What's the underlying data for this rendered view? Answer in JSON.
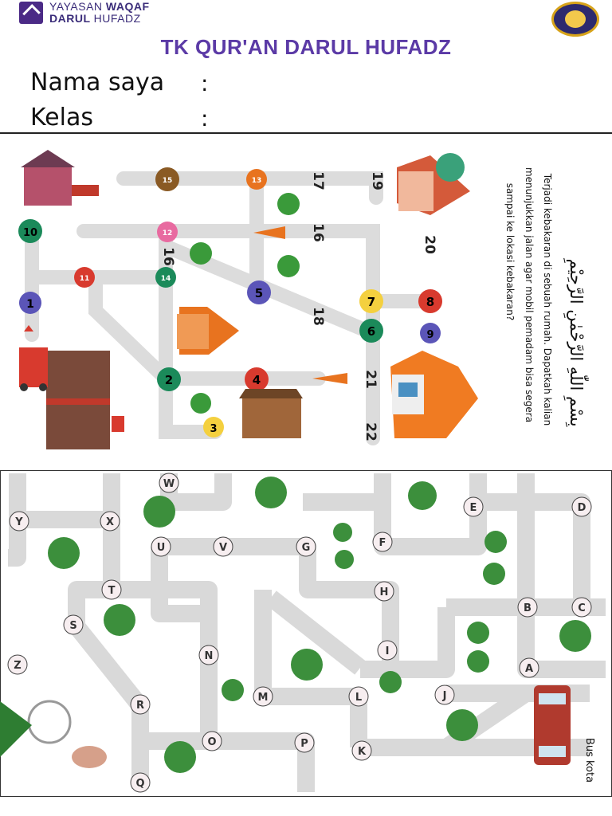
{
  "header": {
    "org_line1_regular": "YAYASAN ",
    "org_line1_bold": "WAQAF",
    "org_line2_bold": "DARUL ",
    "org_line2_regular": "HUFADZ",
    "title": "TK QUR'AN DARUL HUFADZ",
    "name_label": "Nama saya",
    "class_label": "Kelas",
    "colon": ":"
  },
  "maze1": {
    "basmalah": "بِسْمِ اللّٰهِ الرَّحْمٰنِ الرَّحِيْمِ",
    "instruction_line1": "Terjadi kebakaran di sebuah rumah. Dapatkah kalian",
    "instruction_line2": "menunjukkan jalan agar mobil pemadam bisa segera",
    "instruction_line3": "sampai ke lokasi kebakaran?",
    "numbers": [
      "1",
      "2",
      "3",
      "4",
      "5",
      "6",
      "7",
      "8",
      "9",
      "10",
      "11",
      "12",
      "13",
      "14",
      "15",
      "16",
      "16",
      "17",
      "18",
      "19",
      "20",
      "21",
      "22"
    ],
    "colors": {
      "road": "#dcdcdc",
      "purple": "#5b55b8",
      "green": "#1b8a5a",
      "red": "#d83a2e",
      "yellow": "#f4d03f",
      "orange": "#e8731f",
      "brown": "#8a5a24",
      "pink": "#e86aa0"
    }
  },
  "maze2": {
    "letters": [
      "A",
      "B",
      "C",
      "D",
      "E",
      "F",
      "G",
      "H",
      "I",
      "J",
      "K",
      "L",
      "M",
      "N",
      "O",
      "P",
      "Q",
      "R",
      "S",
      "T",
      "U",
      "V",
      "W",
      "X",
      "Y",
      "Z"
    ],
    "bus_label": "Bus kota"
  }
}
